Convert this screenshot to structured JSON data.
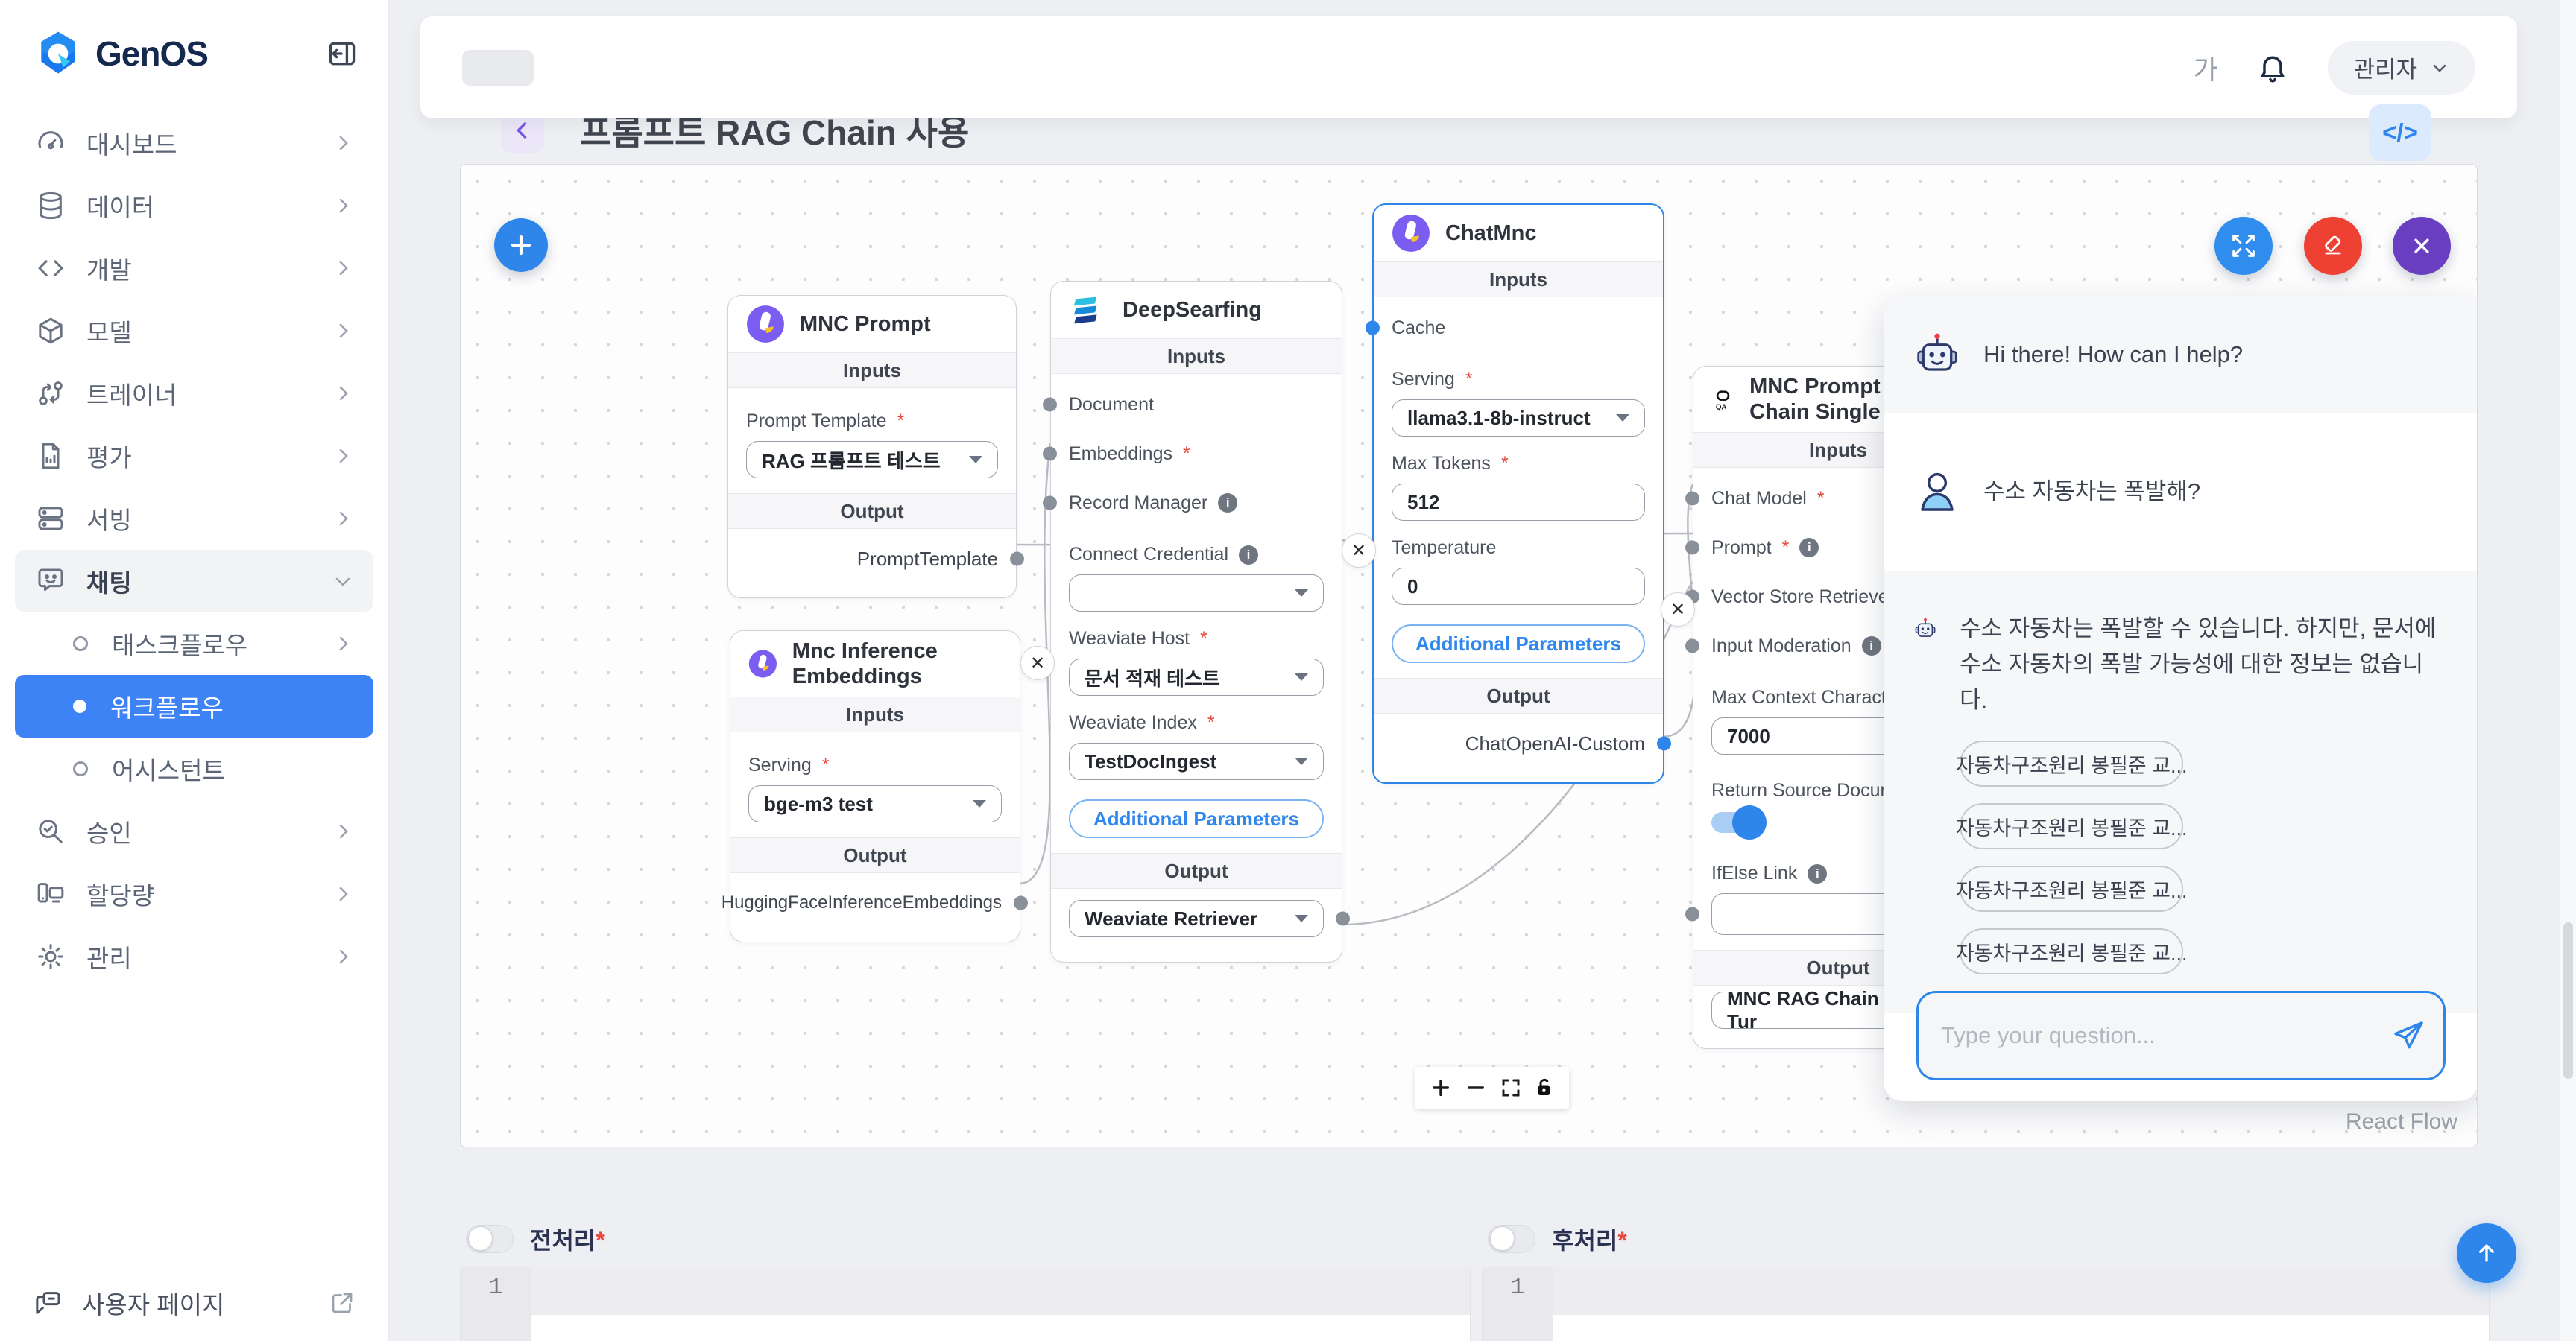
{
  "app": {
    "logo": "GenOS"
  },
  "sidebar": {
    "items": [
      {
        "label": "대시보드"
      },
      {
        "label": "데이터"
      },
      {
        "label": "개발"
      },
      {
        "label": "모델"
      },
      {
        "label": "트레이너"
      },
      {
        "label": "평가"
      },
      {
        "label": "서빙"
      }
    ],
    "chat_section": {
      "label": "채팅"
    },
    "chat_children": [
      {
        "label": "태스크플로우"
      },
      {
        "label": "워크플로우"
      },
      {
        "label": "어시스턴트"
      }
    ],
    "items_bottom": [
      {
        "label": "승인"
      },
      {
        "label": "할당량"
      },
      {
        "label": "관리"
      }
    ],
    "footer": {
      "label": "사용자 페이지"
    }
  },
  "header": {
    "font_toggle": "가",
    "user_menu": "관리자"
  },
  "page": {
    "title": "프롬프트 RAG Chain 사용",
    "code_button": "</>"
  },
  "canvas": {
    "attribution": "React Flow",
    "nodes": {
      "mnc_prompt": {
        "title": "MNC Prompt",
        "inputs": "Inputs",
        "output": "Output",
        "prompt_template_label": "Prompt Template",
        "prompt_template_value": "RAG  프롬프트 테스트",
        "output_value": "PromptTemplate"
      },
      "mnc_embeddings": {
        "title": "Mnc Inference Embeddings",
        "inputs": "Inputs",
        "output": "Output",
        "serving_label": "Serving",
        "serving_value": "bge-m3 test",
        "output_value": "HuggingFaceInferenceEmbeddings"
      },
      "deepsearfing": {
        "title": "DeepSearfing",
        "inputs": "Inputs",
        "output": "Output",
        "document_label": "Document",
        "embeddings_label": "Embeddings",
        "record_manager_label": "Record Manager",
        "connect_credential_label": "Connect Credential",
        "connect_credential_value": "",
        "weaviate_host_label": "Weaviate Host",
        "weaviate_host_value": "문서 적재 테스트",
        "weaviate_index_label": "Weaviate Index",
        "weaviate_index_value": "TestDocIngest",
        "additional_params": "Additional Parameters",
        "output_value": "Weaviate Retriever"
      },
      "chatmnc": {
        "title": "ChatMnc",
        "inputs": "Inputs",
        "output": "Output",
        "cache_label": "Cache",
        "serving_label": "Serving",
        "serving_value": "llama3.1-8b-instruct",
        "max_tokens_label": "Max Tokens",
        "max_tokens_value": "512",
        "temperature_label": "Temperature",
        "temperature_value": "0",
        "additional_params": "Additional Parameters",
        "output_value": "ChatOpenAI-Custom"
      },
      "rag": {
        "title": "MNC Prompt RAG Chain Single Turn",
        "icon_text": "QA",
        "inputs": "Inputs",
        "output": "Output",
        "chat_model_label": "Chat Model",
        "prompt_label": "Prompt",
        "vector_store_label": "Vector Store Retriever",
        "input_moderation_label": "Input Moderation",
        "max_context_label": "Max Context Character",
        "max_context_value": "7000",
        "return_source_label": "Return Source Documents",
        "ifelse_label": "IfElse Link",
        "ifelse_value": "",
        "output_value": "MNC RAG Chain Single Tur"
      }
    }
  },
  "chat_panel": {
    "greeting": "Hi there! How can I help?",
    "user_question": "수소 자동차는 폭발해?",
    "answer": "수소 자동차는 폭발할 수 있습니다. 하지만, 문서에 수소 자동차의 폭발 가능성에 대한 정보는 없습니다.",
    "sources": [
      {
        "label": "자동차구조원리  봉필준  교..."
      },
      {
        "label": "자동차구조원리  봉필준  교..."
      },
      {
        "label": "자동차구조원리  봉필준  교..."
      },
      {
        "label": "자동차구조원리  봉필준  교..."
      }
    ],
    "input_placeholder": "Type your question..."
  },
  "bottom": {
    "pre": {
      "label": "전처리",
      "line_number": "1"
    },
    "post": {
      "label": "후처리",
      "line_number": "1"
    }
  }
}
